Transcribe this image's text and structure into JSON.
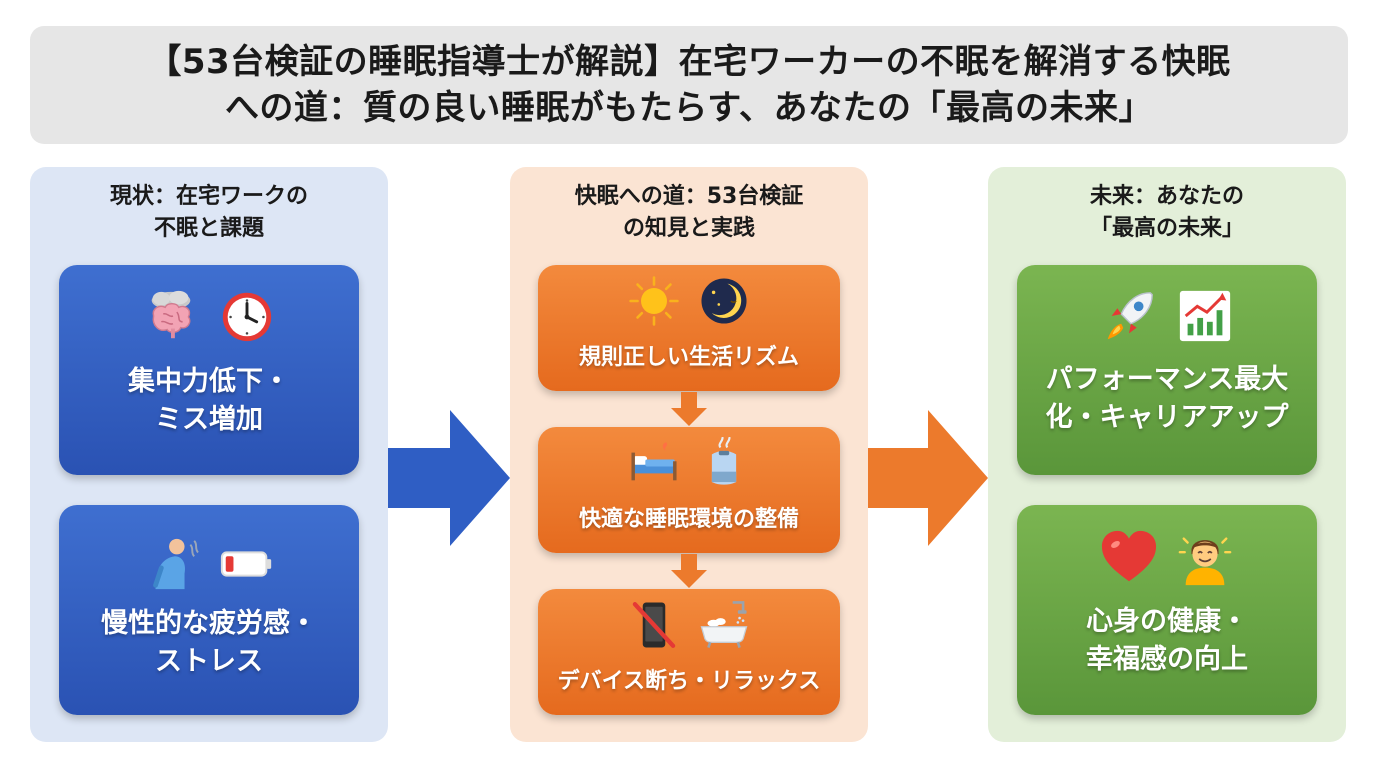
{
  "title": {
    "line1": "【53台検証の睡眠指導士が解説】在宅ワーカーの不眠を解消する快眠",
    "line2": "への道：質の良い睡眠がもたらす、あなたの「最高の未来」"
  },
  "current": {
    "heading": [
      "現状：在宅ワークの",
      "不眠と課題"
    ],
    "cards": [
      {
        "lines": [
          "集中力低下・",
          "ミス増加"
        ],
        "icons": [
          "brain-fog-icon",
          "clock-icon"
        ]
      },
      {
        "lines": [
          "慢性的な疲労感・",
          "ストレス"
        ],
        "icons": [
          "tired-person-icon",
          "low-battery-icon"
        ]
      }
    ]
  },
  "path": {
    "heading": [
      "快眠への道：53台検証",
      "の知見と実践"
    ],
    "cards": [
      {
        "label": "規則正しい生活リズム",
        "icons": [
          "sun-icon",
          "moon-icon"
        ]
      },
      {
        "label": "快適な睡眠環境の整備",
        "icons": [
          "bed-icon",
          "humidifier-icon"
        ]
      },
      {
        "label": "デバイス断ち・リラックス",
        "icons": [
          "no-phone-icon",
          "bathtub-icon"
        ]
      }
    ]
  },
  "future": {
    "heading": [
      "未来：あなたの",
      "「最高の未来」"
    ],
    "cards": [
      {
        "lines": [
          "パフォーマンス最大",
          "化・キャリアアップ"
        ],
        "icons": [
          "rocket-icon",
          "growth-chart-icon"
        ]
      },
      {
        "lines": [
          "心身の健康・",
          "幸福感の向上"
        ],
        "icons": [
          "heart-icon",
          "happy-person-icon"
        ]
      }
    ]
  },
  "colors": {
    "blue": "#2f5ec4",
    "orange": "#ec7a2c",
    "green": "#6aa546",
    "title_bg": "#e6e6e6"
  }
}
